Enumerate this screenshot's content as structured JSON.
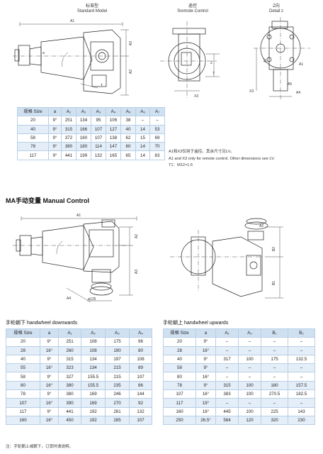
{
  "top": {
    "views": [
      {
        "zh": "标准型",
        "en": "Standard Model"
      },
      {
        "zh": "遥控",
        "en": "Sremote Control"
      },
      {
        "zh": "Z向",
        "en": "Detail z"
      }
    ],
    "dims": {
      "a1": "A1",
      "a2": "A2",
      "a3": "A3",
      "a4": "A4",
      "a5": "A5",
      "a7": "A7",
      "x3": "X3",
      "z": "Z",
      "t": "T",
      "a": "a"
    },
    "table": {
      "headers": [
        "规格 Size",
        "a",
        "A₁",
        "A₂",
        "A₃",
        "A₄",
        "A₅",
        "A₆",
        "A₇"
      ],
      "rows": [
        [
          "20",
          "9°",
          "251",
          "134",
          "95",
          "106",
          "38",
          "–",
          "–"
        ],
        [
          "40",
          "9°",
          "315",
          "166",
          "107",
          "127",
          "40",
          "14",
          "53"
        ],
        [
          "58",
          "9°",
          "372",
          "160",
          "107",
          "138",
          "62",
          "15",
          "69"
        ],
        [
          "78",
          "9°",
          "380",
          "180",
          "114",
          "147",
          "60",
          "14",
          "70"
        ],
        [
          "117",
          "9°",
          "441",
          "199",
          "132",
          "165",
          "65",
          "14",
          "83"
        ]
      ]
    },
    "notes": [
      "A1和X3仅用于遥控。其余尺寸见LV。",
      "A1 and X3 only for remote control. Other dimensions see LV.",
      "T1：M12×1.5"
    ]
  },
  "manual": {
    "title": "MA手动变量 Manual Control",
    "dims": {
      "a1": "A1",
      "a2": "A2",
      "a3": "A3",
      "a4": "A4",
      "b1": "B1",
      "b2": "B2",
      "d": "ø125"
    },
    "down": {
      "title": "手轮朝下 handwheel downwards",
      "headers": [
        "规格 Size",
        "a",
        "A₁",
        "A₂",
        "A₃",
        "A₄"
      ],
      "rows": [
        [
          "20",
          "9°",
          "251",
          "108",
          "175",
          "96"
        ],
        [
          "28",
          "16°",
          "260",
          "108",
          "190",
          "80"
        ],
        [
          "40",
          "9°",
          "315",
          "134",
          "197",
          "108"
        ],
        [
          "55",
          "16°",
          "323",
          "134",
          "215",
          "89"
        ],
        [
          "58",
          "9°",
          "327",
          "155.5",
          "215",
          "107"
        ],
        [
          "80",
          "16°",
          "380",
          "155.5",
          "235",
          "86"
        ],
        [
          "78",
          "9°",
          "380",
          "169",
          "246",
          "144"
        ],
        [
          "107",
          "16°",
          "390",
          "169",
          "270",
          "92"
        ],
        [
          "117",
          "9°",
          "441",
          "192",
          "261",
          "132"
        ],
        [
          "160",
          "16°",
          "450",
          "192",
          "285",
          "107"
        ]
      ]
    },
    "up": {
      "title": "手轮朝上 handwheel upwards",
      "headers": [
        "规格 Size",
        "a",
        "A₁",
        "A₂",
        "B₁",
        "B₂"
      ],
      "rows": [
        [
          "20",
          "9°",
          "–",
          "–",
          "–",
          "–"
        ],
        [
          "28",
          "16°",
          "–",
          "–",
          "–",
          "–"
        ],
        [
          "40",
          "9°",
          "317",
          "100",
          "175",
          "132.5"
        ],
        [
          "58",
          "9°",
          "–",
          "–",
          "–",
          "–"
        ],
        [
          "80",
          "16°",
          "–",
          "–",
          "–",
          "–"
        ],
        [
          "78",
          "9°",
          "315",
          "100",
          "180",
          "157.5"
        ],
        [
          "107",
          "16°",
          "383",
          "100",
          "270.5",
          "182.5"
        ],
        [
          "117",
          "19°",
          "–",
          "–",
          "–",
          "–"
        ],
        [
          "160",
          "16°",
          "445",
          "100",
          "225",
          "143"
        ],
        [
          "250",
          "26.5°",
          "584",
          "120",
          "320",
          "230"
        ]
      ]
    },
    "note": "注：手轮朝上或朝下，订货时请说明。"
  }
}
